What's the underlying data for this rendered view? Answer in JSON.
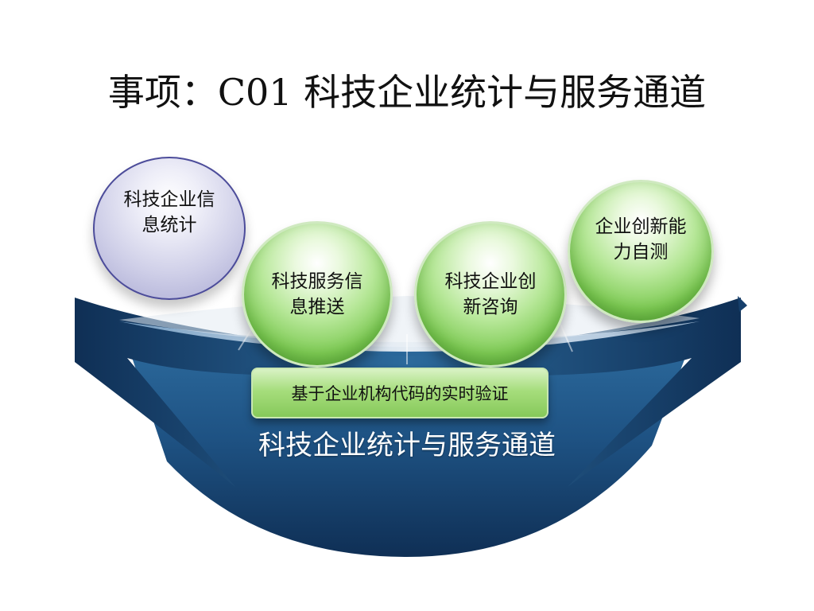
{
  "slide": {
    "title": "事项：C01 科技企业统计与服务通道"
  },
  "diagram": {
    "balls": [
      {
        "label": "科技企业信息统计",
        "color": "purple"
      },
      {
        "label": "科技服务信息推送",
        "color": "green"
      },
      {
        "label": "科技企业创新咨询",
        "color": "green"
      },
      {
        "label": "企业创新能力自测",
        "color": "green"
      }
    ],
    "verify_bar": "基于企业机构代码的实时验证",
    "channel_label": "科技企业统计与服务通道"
  },
  "colors": {
    "bowl_dark": "#163f6b",
    "bowl_mid": "#2d6b9d",
    "bowl_light": "#dfe8f0",
    "ball_green": "#8fd163",
    "ball_purple": "#c9c9e6"
  }
}
